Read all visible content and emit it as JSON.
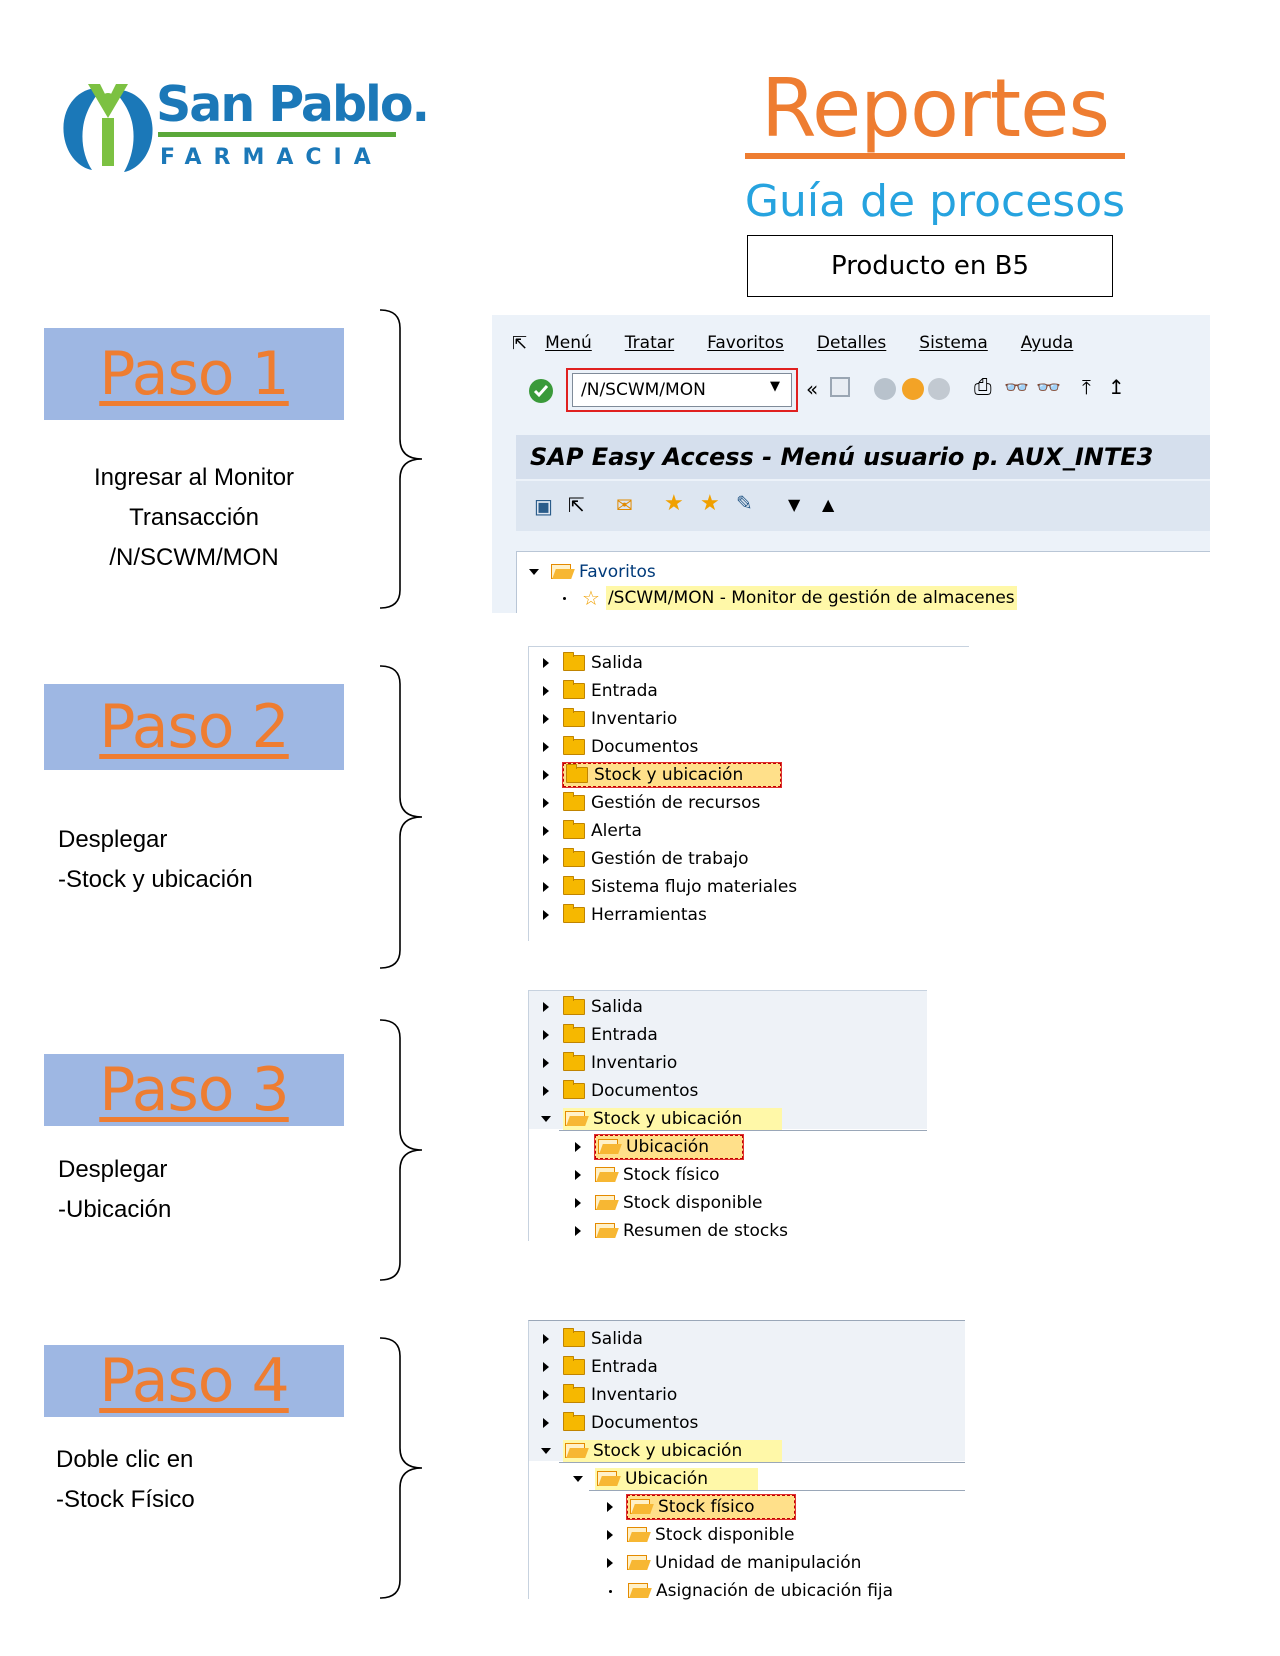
{
  "header": {
    "logo": {
      "name": "San Pablo.",
      "sub": "FARMACIA"
    },
    "title": "Reportes",
    "subtitle": "Guía de procesos",
    "topic": "Producto en B5"
  },
  "colors": {
    "accent": "#ee7d31",
    "step_box": "#9eb7e3",
    "brand_blue": "#1b78b8",
    "subtitle_blue": "#26a3df"
  },
  "steps": [
    {
      "label": "Paso 1",
      "desc": [
        "Ingresar al Monitor",
        "Transacción",
        "/N/SCWM/MON"
      ]
    },
    {
      "label": "Paso 2",
      "desc": [
        "Desplegar",
        "-Stock y ubicación"
      ]
    },
    {
      "label": "Paso 3",
      "desc": [
        "Desplegar",
        "-Ubicación"
      ]
    },
    {
      "label": "Paso 4",
      "desc": [
        "Doble clic en",
        "-Stock Físico"
      ]
    }
  ],
  "sap": {
    "menu": [
      "Menú",
      "Tratar",
      "Favoritos",
      "Detalles",
      "Sistema",
      "Ayuda"
    ],
    "command": "/N/SCWM/MON",
    "screen_title": "SAP Easy Access  -  Menú usuario p. AUX_INTE3",
    "favorites_folder": "Favoritos",
    "favorite_item": "/SCWM/MON - Monitor de gestión de almacenes",
    "icons": [
      "enter-icon",
      "back-icon",
      "save-icon",
      "print-icon",
      "find-icon",
      "favorites-add-icon",
      "expand-down-icon",
      "collapse-up-icon"
    ]
  },
  "tree2": [
    "Salida",
    "Entrada",
    "Inventario",
    "Documentos",
    "Stock y ubicación",
    "Gestión de recursos",
    "Alerta",
    "Gestión de trabajo",
    "Sistema flujo materiales",
    "Herramientas"
  ],
  "tree3": {
    "top": [
      "Salida",
      "Entrada",
      "Inventario",
      "Documentos"
    ],
    "expanded": "Stock y ubicación",
    "children": [
      "Ubicación",
      "Stock físico",
      "Stock disponible",
      "Resumen de stocks"
    ]
  },
  "tree4": {
    "top": [
      "Salida",
      "Entrada",
      "Inventario",
      "Documentos"
    ],
    "expanded": "Stock y ubicación",
    "sub_expanded": "Ubicación",
    "children": [
      "Stock físico",
      "Stock disponible",
      "Unidad de manipulación",
      "Asignación de ubicación fija"
    ]
  }
}
